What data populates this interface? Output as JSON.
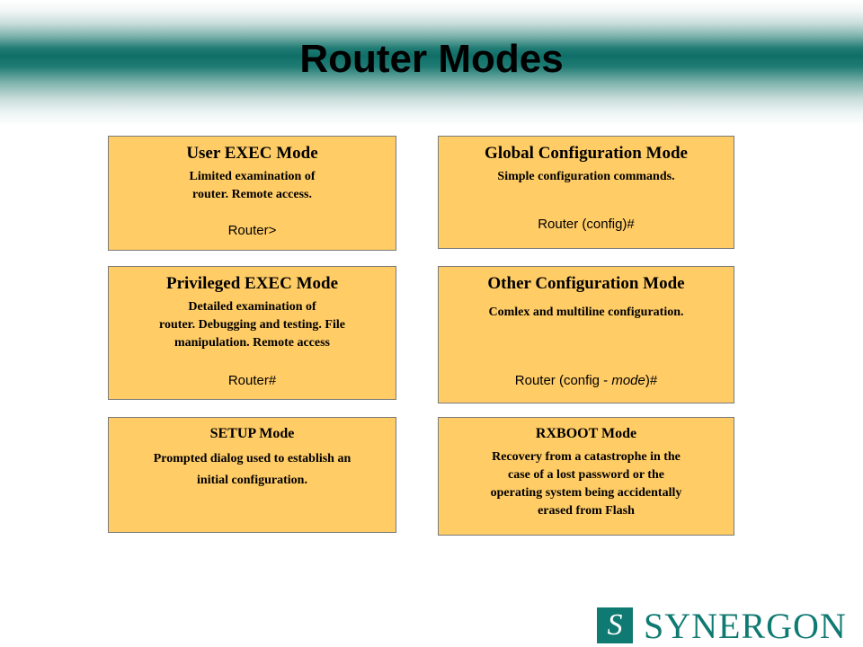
{
  "slide": {
    "title": "Router Modes"
  },
  "cards": {
    "user_exec": {
      "heading": "User EXEC Mode",
      "description": "Limited examination of\nrouter. Remote access.",
      "prompt": "Router>"
    },
    "global_config": {
      "heading": "Global Configuration Mode",
      "description": "Simple configuration commands.",
      "prompt": "Router (config)#"
    },
    "privileged_exec": {
      "heading": "Privileged EXEC Mode",
      "description": "Detailed examination of\nrouter. Debugging and testing. File\nmanipulation. Remote access",
      "prompt": "Router#"
    },
    "other_config": {
      "heading": "Other Configuration Mode",
      "description": "Comlex and multiline configuration.",
      "prompt_prefix": "Router (config - ",
      "prompt_mode": "mode",
      "prompt_suffix": ")#"
    },
    "setup": {
      "heading": "SETUP Mode",
      "description": "Prompted dialog used to establish an\ninitial configuration."
    },
    "rxboot": {
      "heading": "RXBOOT Mode",
      "description": "Recovery from a catastrophe in the\ncase of a lost password or the\noperating system being accidentally\nerased from Flash"
    }
  },
  "logo": {
    "mark": "S",
    "text": "SYNERGON"
  },
  "colors": {
    "card_fill": "#ffcc66",
    "banner_teal": "#0f6f68",
    "logo_teal": "#0f7a72"
  }
}
